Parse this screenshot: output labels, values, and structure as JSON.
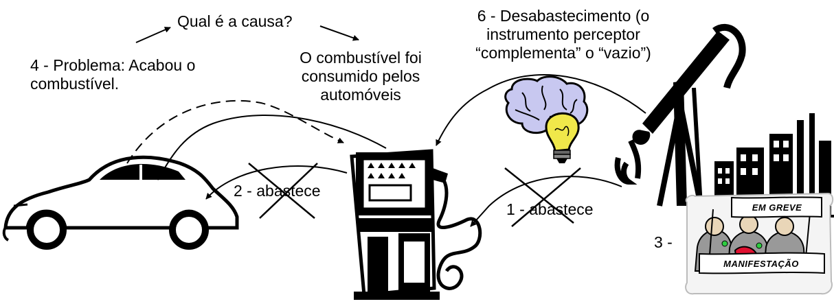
{
  "labels": {
    "question": "Qual é a causa?",
    "problem_line1": "4 - Problema: Acabou o",
    "problem_line2": "combustível.",
    "cause_line1": "O combustível foi",
    "cause_line2": "consumido pelos",
    "cause_line3": "automóveis",
    "shortage_line1": "6 - Desabastecimento (o",
    "shortage_line2": "instrumento perceptor",
    "shortage_line3": "“complementa” o “vazio”)",
    "refuel_car": "2 - abastece",
    "refuel_pump": "1 - abastece",
    "strike_number": "3 -"
  },
  "banners": {
    "strike": "EM GREVE",
    "protest": "MANIFESTAÇÃO"
  },
  "colors": {
    "ink": "#000000",
    "brain": "#c8c8f0",
    "bulb": "#f0e84a",
    "figures_bg": "#f4f4f4"
  }
}
